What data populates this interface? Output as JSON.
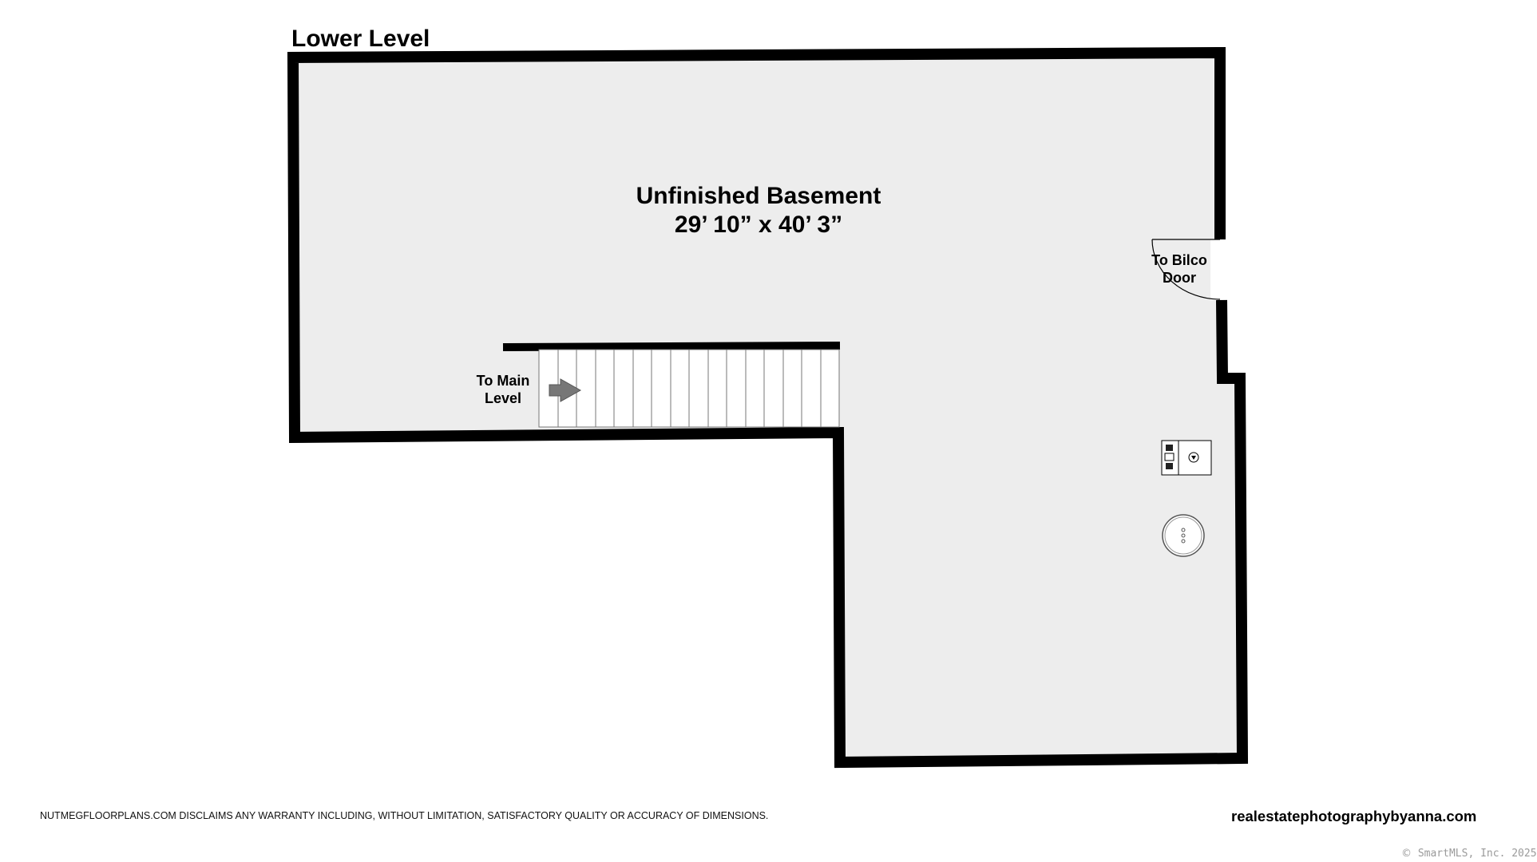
{
  "floorplan": {
    "level_title": "Lower Level",
    "room": {
      "name": "Unfinished Basement",
      "dimensions": "29’ 10” x 40’ 3”"
    },
    "stairs_label_line1": "To Main",
    "stairs_label_line2": "Level",
    "door_label_line1": "To Bilco",
    "door_label_line2": "Door",
    "icons": [
      "stair-direction-arrow-icon",
      "water-heater-icon",
      "furnace-icon",
      "door-swing-icon"
    ]
  },
  "footer": {
    "disclaimer": "NUTMEGFLOORPLANS.COM DISCLAIMS ANY WARRANTY INCLUDING, WITHOUT LIMITATION, SATISFACTORY QUALITY OR ACCURACY OF DIMENSIONS.",
    "website": "realestatephotographybyanna.com",
    "copyright_symbol": "©",
    "copyright": "SmartMLS, Inc.  2025"
  },
  "colors": {
    "floor": "#ededed",
    "wall": "#000000",
    "arrow": "#777777",
    "copyright_text": "#9a9a9a"
  }
}
